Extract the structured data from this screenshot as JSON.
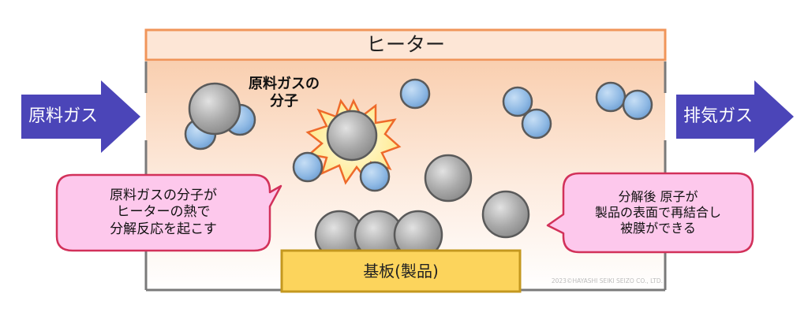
{
  "heater": {
    "label": "ヒーター"
  },
  "inlet_arrow": {
    "label": "原料ガス"
  },
  "outlet_arrow": {
    "label": "排気ガス"
  },
  "molecule_label": {
    "text": "原料ガスの\n分子"
  },
  "substrate": {
    "label": "基板(製品)"
  },
  "callout_left": {
    "text": "原料ガスの分子が\nヒーターの熱で\n分解反応を起こす"
  },
  "callout_right": {
    "text": "分解後 原子が\n製品の表面で再結合し\n被膜ができる"
  },
  "copyright": {
    "text": "2023©HAYASHI SEIKI SEIZO CO., LTD."
  },
  "colors": {
    "heater_border": "#f0955a",
    "heater_fill": "#fde6d6",
    "arrow_fill": "#4b45b8",
    "large_atom": "#a3a3a3",
    "small_atom": "#8fb9e4",
    "callout_fill": "#fdc8ec",
    "callout_border": "#d2315a",
    "substrate_fill": "#fcd45c",
    "substrate_border": "#c4981f",
    "burst_fill": "#fff3b0",
    "burst_border": "#ee6a2a"
  }
}
